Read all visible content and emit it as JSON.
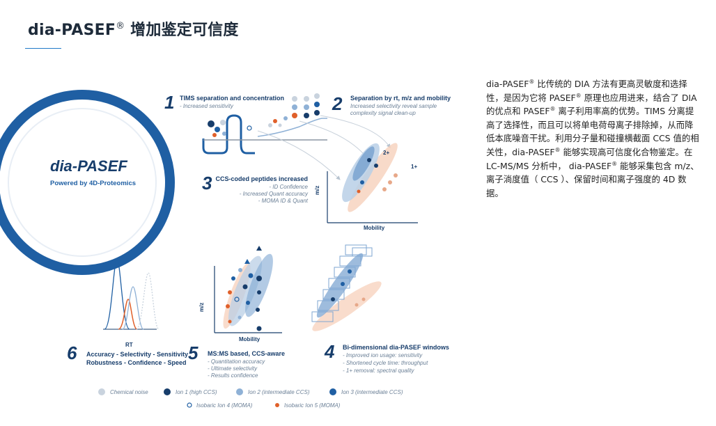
{
  "page": {
    "title": "dia-PASEF",
    "title_reg": "®",
    "title_rest": " 增加鉴定可信度"
  },
  "logo": {
    "brand": "dia-PASEF",
    "tagline": "Powered by 4D-Proteomics"
  },
  "steps": [
    {
      "num": "1",
      "title": "TIMS separation and concentration",
      "subs": [
        "- Increased sensitivity"
      ]
    },
    {
      "num": "2",
      "title": "Separation by rt, m/z and mobility",
      "subs": [
        "Increased selectivity reveal sample",
        "complexity signal clean-up"
      ]
    },
    {
      "num": "3",
      "title": "CCS-coded peptides increased",
      "subs": [
        "- ID Confidence",
        "- Increased Quant accuracy",
        "- MOMA ID & Quant"
      ]
    },
    {
      "num": "4",
      "title": "Bi-dimensional dia-PASEF windows",
      "subs": [
        "- Improved ion usage: sensitivity",
        "- Shortened cycle time: throughput",
        "- 1+ removal: spectral quality"
      ]
    },
    {
      "num": "5",
      "title": "MS:MS based, CCS-aware",
      "subs": [
        "- Quantitation accuracy",
        "- Ultimate selectivity",
        "- Results confidence"
      ]
    },
    {
      "num": "6",
      "title": "",
      "subs": [
        "Accuracy - Selectivity - Sensitivity",
        "Robustness - Confidence - Speed"
      ]
    }
  ],
  "axes": {
    "mz": "m/z",
    "mobility": "Mobility",
    "rt": "RT",
    "charge2": "2+",
    "charge1": "1+"
  },
  "legend": [
    {
      "label": "Chemical noise",
      "color": "#c9d3de",
      "shape": "dot"
    },
    {
      "label": "Ion 1 (high CCS)",
      "color": "#173d6b",
      "shape": "dot"
    },
    {
      "label": "Ion 2 (intermediate CCS)",
      "color": "#8fb1d6",
      "shape": "dot"
    },
    {
      "label": "Ion 3 (intermediate CCS)",
      "color": "#1f5fa3",
      "shape": "dot"
    },
    {
      "label": "Isobaric Ion 4 (MOMA)",
      "color": "#1f5fa3",
      "shape": "ring"
    },
    {
      "label": "Isobaric Ion 5 (MOMA)",
      "color": "#e0602a",
      "shape": "dot"
    }
  ],
  "description": {
    "p1": "dia-PASEF",
    "p2": " 比传统的 DIA 方法有更高灵敏度和选择性，是因为它将 PASEF",
    "p3": " 原理也应用进来，结合了 DIA 的优点和 PASEF",
    "p4": " 离子利用率高的优势。TIMS 分离提高了选择性，而且可以将单电荷母离子排除掉，从而降低本底噪音干扰。利用分子量和碰撞横截面 CCS 值的相关性，dia-PASEF",
    "p5": " 能够实现高可信度化合物鉴定。在 LC-MS/MS 分析中， dia-PASEF",
    "p6": " 能够采集包含 m/z、离子淌度值（ CCS ）、保留时间和离子强度的 4D 数据。",
    "reg": "®"
  },
  "colors": {
    "brand_blue": "#1f5fa3",
    "dark_navy": "#173d6b",
    "light_blue": "#8fb1d6",
    "orange": "#e0602a",
    "grey": "#c9d3de"
  }
}
